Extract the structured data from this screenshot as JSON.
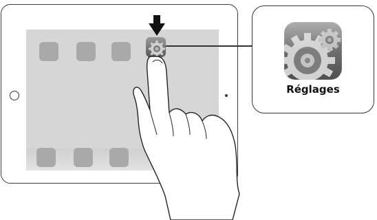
{
  "device": {
    "home_button_icon": "home-button-circle",
    "camera_icon": "front-camera-dot"
  },
  "home_screen": {
    "top_row_slots": 3,
    "dock_slots": 3,
    "highlighted_app_icon": "settings-gear-icon"
  },
  "indicator": {
    "arrow_icon": "down-arrow-icon",
    "gesture_icon": "finger-tap-icon"
  },
  "callout": {
    "icon": "settings-gear-icon",
    "label": "Réglages"
  }
}
